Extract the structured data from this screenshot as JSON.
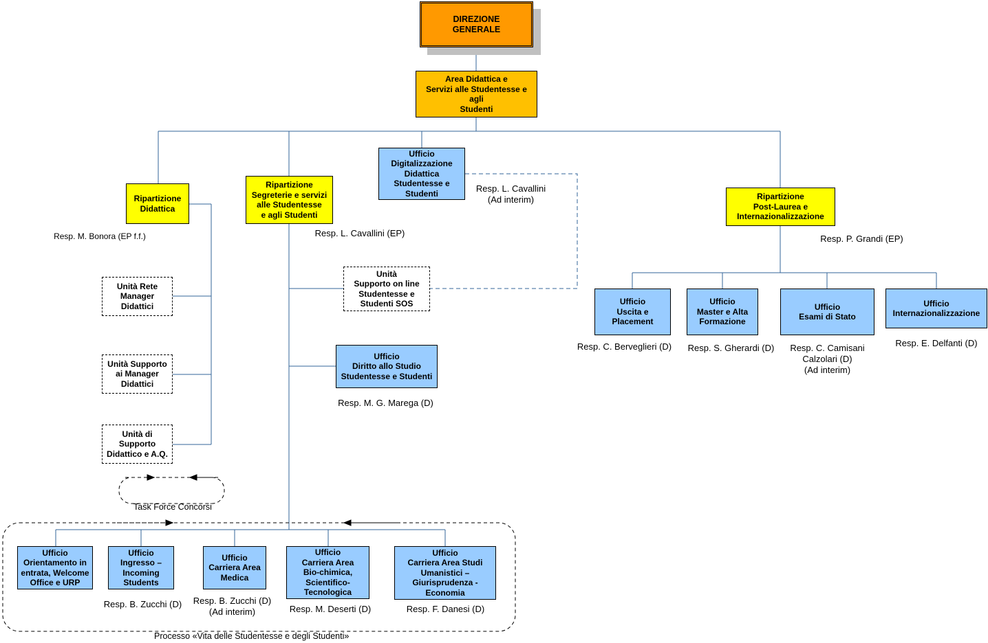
{
  "direzione": "DIREZIONE\nGENERALE",
  "area": "Area Didattica e\nServizi alle Studentesse e agli\nStudenti",
  "rip_didattica": {
    "label": "Ripartizione\nDidattica",
    "resp": "Resp. M. Bonora (EP f.f.)"
  },
  "rip_segreterie": {
    "label": "Ripartizione\nSegreterie e servizi\nalle Studentesse\ne agli Studenti",
    "resp": "Resp. L. Cavallini (EP)"
  },
  "uff_digitalizzazione": {
    "label": "Ufficio\nDigitalizzazione\nDidattica\nStudentesse e\nStudenti",
    "resp": "Resp. L. Cavallini\n(Ad interim)"
  },
  "rip_postlaurea": {
    "label": "Ripartizione\nPost-Laurea e\nInternazionalizzazione",
    "resp": "Resp. P. Grandi (EP)"
  },
  "unita_rete": "Unità Rete\nManager\nDidattici",
  "unita_supporto_manager": "Unità Supporto\nai Manager\nDidattici",
  "unita_supporto_didattico": "Unità di Supporto\nDidattico e A.Q.",
  "task_force": "Task Force Concorsi",
  "unita_sos": "Unità\nSupporto on line\nStudentesse e\nStudenti SOS",
  "uff_diritto_studio": {
    "label": "Ufficio\nDiritto allo Studio\nStudentesse e Studenti",
    "resp": "Resp. M. G. Marega (D)"
  },
  "uff_uscita": {
    "label": "Ufficio\nUscita e\nPlacement",
    "resp": "Resp. C. Berveglieri (D)"
  },
  "uff_master": {
    "label": "Ufficio\nMaster e Alta\nFormazione",
    "resp": "Resp. S. Gherardi (D)"
  },
  "uff_esami": {
    "label": "Ufficio\nEsami di Stato",
    "resp": "Resp. C. Camisani\nCalzolari (D)\n(Ad interim)"
  },
  "uff_internaz": {
    "label": "Ufficio\nInternazionalizzazione",
    "resp": "Resp. E. Delfanti (D)"
  },
  "uff_orientamento": {
    "label": "Ufficio\nOrientamento in\nentrata, Welcome\nOffice e URP"
  },
  "uff_ingresso": {
    "label": "Ufficio\nIngresso –\nIncoming\nStudents",
    "resp": "Resp. B. Zucchi (D)"
  },
  "uff_medica": {
    "label": "Ufficio\nCarriera Area\nMedica",
    "resp": "Resp. B. Zucchi (D)\n(Ad interim)"
  },
  "uff_biochimica": {
    "label": "Ufficio\nCarriera Area\nBio-chimica,\nScientifico-\nTecnologica",
    "resp": "Resp. M. Deserti (D)"
  },
  "uff_umanistici": {
    "label": "Ufficio\nCarriera Area Studi\nUmanistici –\nGiurisprudenza -\nEconomia",
    "resp": "Resp. F. Danesi (D)"
  },
  "processo": "Processo «Vita delle Studentesse e degli Studenti»"
}
